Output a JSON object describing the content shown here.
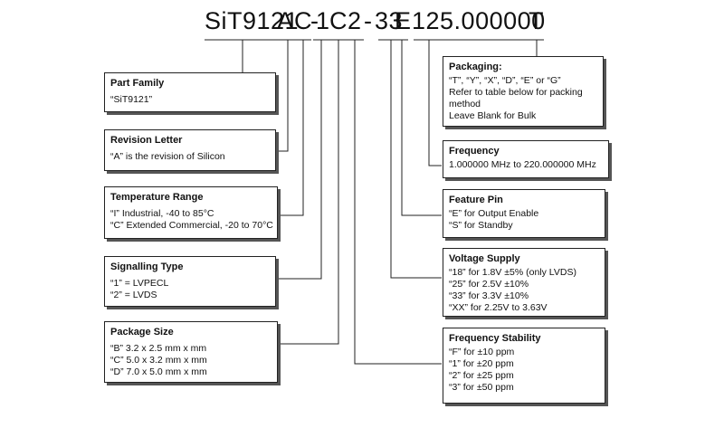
{
  "part_number": {
    "segments": [
      "SiT9121",
      "A",
      "C",
      "-",
      "1",
      "C",
      "2",
      "-",
      "33",
      "E",
      "125.000000",
      "T"
    ]
  },
  "boxes": {
    "part_family": {
      "title": "Part Family",
      "lines": [
        "“SiT9121”"
      ]
    },
    "revision_letter": {
      "title": "Revision Letter",
      "lines": [
        "“A” is the revision of Silicon"
      ]
    },
    "temperature_range": {
      "title": "Temperature Range",
      "lines": [
        "“I” Industrial, -40 to 85°C",
        "“C” Extended Commercial, -20 to 70°C"
      ]
    },
    "signalling_type": {
      "title": "Signalling Type",
      "lines": [
        "“1” = LVPECL",
        "“2” = LVDS"
      ]
    },
    "package_size": {
      "title": "Package Size",
      "lines": [
        "“B”  3.2 x 2.5  mm x mm",
        "“C”  5.0 x 3.2 mm x mm",
        "“D”  7.0 x 5.0 mm x mm"
      ]
    },
    "packaging": {
      "title": "Packaging:",
      "lines": [
        "“T”, “Y”, “X”, “D”, “E” or “G”",
        "Refer to table below for packing",
        "method",
        "Leave Blank  for Bulk"
      ]
    },
    "frequency": {
      "title": "Frequency",
      "lines": [
        "1.000000 MHz to 220.000000 MHz"
      ]
    },
    "feature_pin": {
      "title": "Feature Pin",
      "lines": [
        "“E” for Output Enable",
        "“S” for Standby"
      ]
    },
    "voltage_supply": {
      "title": "Voltage Supply",
      "lines": [
        "“18” for 1.8V ±5% (only LVDS)",
        "“25” for 2.5V ±10%",
        "“33” for 3.3V ±10%",
        "“XX” for 2.25V to 3.63V"
      ]
    },
    "frequency_stability": {
      "title": "Frequency Stability",
      "lines": [
        "“F” for ±10 ppm",
        "“1” for ±20 ppm",
        "“2” for ±25 ppm",
        "“3” for ±50 ppm"
      ]
    }
  }
}
